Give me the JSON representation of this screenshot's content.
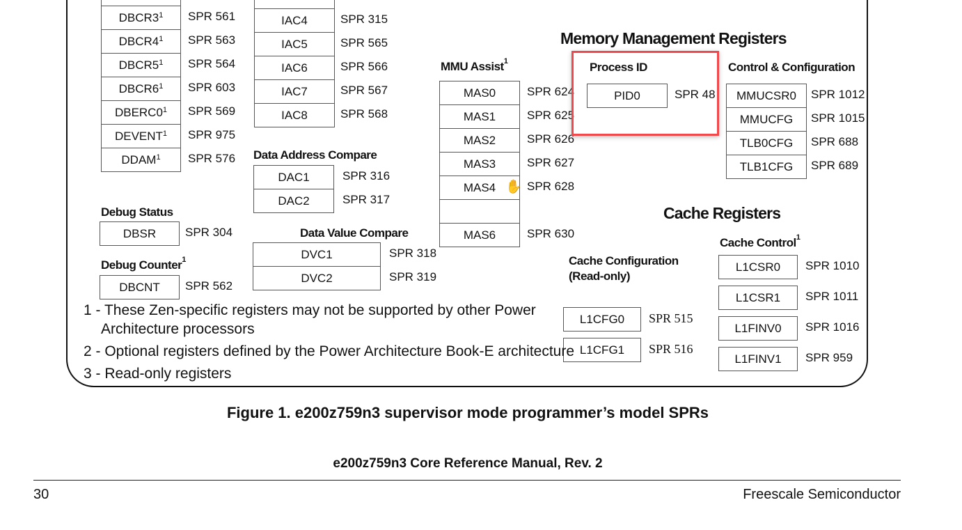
{
  "groups": {
    "debug_control": {
      "items": [
        {
          "name": "DBCR3",
          "sup": "1",
          "spr": "SPR 561"
        },
        {
          "name": "DBCR4",
          "sup": "1",
          "spr": "SPR 563"
        },
        {
          "name": "DBCR5",
          "sup": "1",
          "spr": "SPR 564"
        },
        {
          "name": "DBCR6",
          "sup": "1",
          "spr": "SPR 603"
        },
        {
          "name": "DBERC0",
          "sup": "1",
          "spr": "SPR 569"
        },
        {
          "name": "DEVENT",
          "sup": "1",
          "spr": "SPR 975"
        },
        {
          "name": "DDAM",
          "sup": "1",
          "spr": "SPR 576"
        }
      ]
    },
    "iac": {
      "items": [
        {
          "name": "IAC4",
          "spr": "SPR 315"
        },
        {
          "name": "IAC5",
          "spr": "SPR 565"
        },
        {
          "name": "IAC6",
          "spr": "SPR 566"
        },
        {
          "name": "IAC7",
          "spr": "SPR 567"
        },
        {
          "name": "IAC8",
          "spr": "SPR 568"
        }
      ]
    },
    "dac": {
      "title": "Data Address Compare",
      "items": [
        {
          "name": "DAC1",
          "spr": "SPR 316"
        },
        {
          "name": "DAC2",
          "spr": "SPR 317"
        }
      ]
    },
    "debug_status": {
      "title": "Debug Status",
      "items": [
        {
          "name": "DBSR",
          "spr": "SPR 304"
        }
      ]
    },
    "debug_counter": {
      "title": "Debug Counter",
      "title_sup": "1",
      "items": [
        {
          "name": "DBCNT",
          "spr": "SPR 562"
        }
      ]
    },
    "dvc": {
      "title": "Data Value Compare",
      "items": [
        {
          "name": "DVC1",
          "spr": "SPR 318"
        },
        {
          "name": "DVC2",
          "spr": "SPR 319"
        }
      ]
    },
    "mmu_assist": {
      "title": "MMU Assist",
      "title_sup": "1",
      "items": [
        {
          "name": "MAS0",
          "spr": "SPR 624"
        },
        {
          "name": "MAS1",
          "spr": "SPR 625"
        },
        {
          "name": "MAS2",
          "spr": "SPR 626"
        },
        {
          "name": "MAS3",
          "spr": "SPR 627"
        },
        {
          "name": "MAS4",
          "spr": "SPR 628"
        },
        {
          "name": "",
          "spr": ""
        },
        {
          "name": "MAS6",
          "spr": "SPR 630"
        }
      ]
    },
    "process_id": {
      "title": "Process ID",
      "items": [
        {
          "name": "PID0",
          "spr": "SPR 48"
        }
      ]
    },
    "control_config": {
      "title": "Control & Configuration",
      "items": [
        {
          "name": "MMUCSR0",
          "spr": "SPR 1012"
        },
        {
          "name": "MMUCFG",
          "spr": "SPR 1015"
        },
        {
          "name": "TLB0CFG",
          "spr": "SPR 688"
        },
        {
          "name": "TLB1CFG",
          "spr": "SPR 689"
        }
      ]
    },
    "cache_control": {
      "title": "Cache Control",
      "title_sup": "1",
      "items": [
        {
          "name": "L1CSR0",
          "spr": "SPR 1010"
        },
        {
          "name": "L1CSR1",
          "spr": "SPR 1011"
        },
        {
          "name": "L1FINV0",
          "spr": "SPR 1016"
        },
        {
          "name": "L1FINV1",
          "spr": "SPR 959"
        }
      ]
    },
    "cache_config": {
      "title": "Cache Configuration",
      "title2": "(Read-only)",
      "items": [
        {
          "name": "L1CFG0",
          "spr": "SPR 515"
        },
        {
          "name": "L1CFG1",
          "spr": "SPR 516"
        }
      ]
    }
  },
  "sections": {
    "memory_management": "Memory Management Registers",
    "cache": "Cache Registers"
  },
  "footnotes": [
    "1 - These Zen-specific registers may not be supported by other Power",
    "Architecture processors",
    "2 - Optional registers defined by the Power Architecture Book-E architecture",
    "3 - Read-only registers"
  ],
  "caption": "Figure 1. e200z759n3 supervisor mode programmer’s model SPRs",
  "footer": {
    "manual": "e200z759n3 Core Reference Manual, Rev. 2",
    "page": "30",
    "company": "Freescale Semiconductor"
  },
  "highlight_color": "#f0484b",
  "cursor_icon": "hand-cursor-icon"
}
